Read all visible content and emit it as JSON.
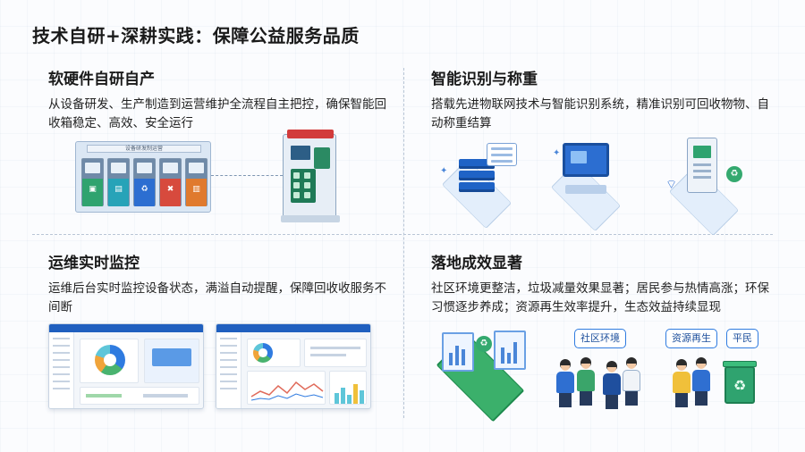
{
  "slide": {
    "title": "技术自研+深耕实践：保障公益服务品质"
  },
  "sections": {
    "q1": {
      "title": "软硬件自研自产",
      "desc": "从设备研发、生产制造到运营维护全流程自主把控，确保智能回收箱稳定、高效、安全运行",
      "station_sign": "设备研发制运营",
      "bin_colors": [
        "#2fa36f",
        "#27a3b8",
        "#2c6ed1",
        "#d74a3d",
        "#e07a2e"
      ],
      "bin_symbols": [
        "▣",
        "▤",
        "♻",
        "✖",
        "▥"
      ]
    },
    "q2": {
      "title": "智能识别与称重",
      "desc": "搭载先进物联网技术与智能识别系统，精准识别可回收物物、自动称重结算"
    },
    "q3": {
      "title": "运维实时监控",
      "desc": "运维后台实时监控设备状态，满溢自动提醒，保障回收收服务不间断"
    },
    "q4": {
      "title": "落地成效显著",
      "desc": "社区环境更整洁，垃圾减量效果显著；居民参与热情高涨；环保习惯逐步养成；资源再生效率提升，生态效益持续显现",
      "bubbles": [
        "社区环境",
        "资源再生",
        "平民"
      ]
    }
  }
}
